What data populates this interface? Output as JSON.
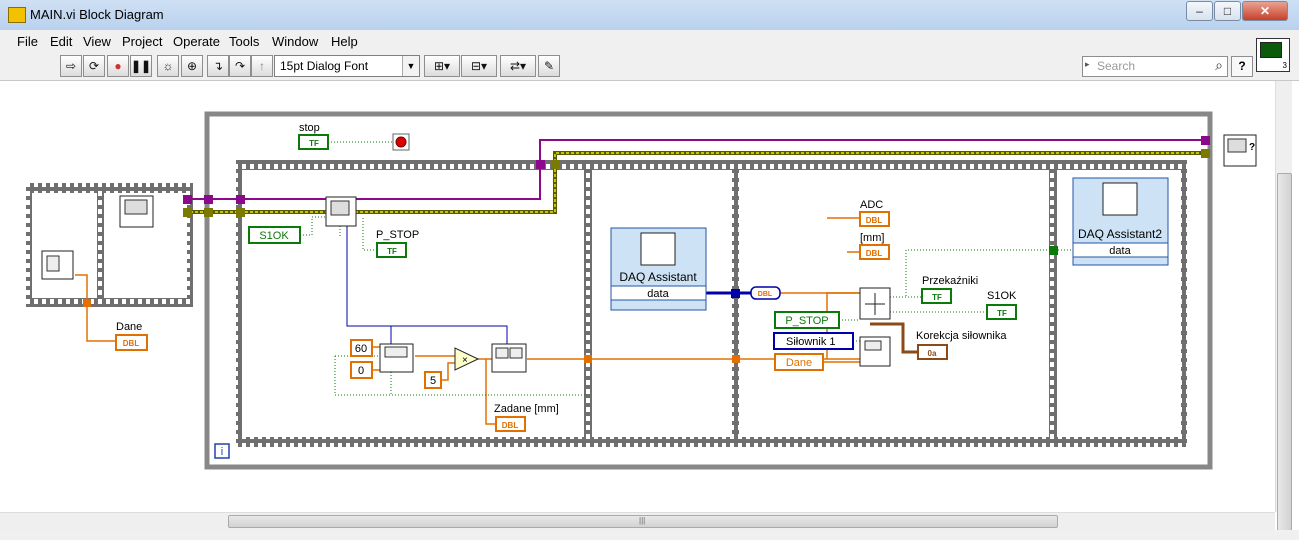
{
  "window": {
    "title": "MAIN.vi Block Diagram",
    "minimize": "–",
    "maximize": "□",
    "close": "✕"
  },
  "menu": [
    "File",
    "Edit",
    "View",
    "Project",
    "Operate",
    "Tools",
    "Window",
    "Help"
  ],
  "toolbar": {
    "font": "15pt Dialog Font",
    "search_placeholder": "Search",
    "help": "?",
    "icons": [
      "run-arrow-icon",
      "run-continuously-icon",
      "abort-icon",
      "pause-icon",
      "highlight-execution-icon",
      "retain-wire-values-icon",
      "step-into-icon",
      "step-over-icon",
      "step-out-icon",
      "align-objects-icon",
      "distribute-objects-icon",
      "reorder-icon",
      "clean-up-diagram-icon"
    ]
  },
  "vi_icon_label": "3",
  "diagram": {
    "stop_label": "stop",
    "stop_const": "TF",
    "dane_label": "Dane",
    "dbl": "DBL",
    "s1ok_local": "S1OK",
    "p_stop_label": "P_STOP",
    "tf": "TF",
    "num60": "60",
    "num0": "0",
    "num5": "5",
    "zadane_label": "Zadane [mm]",
    "daq1_name": "DAQ Assistant",
    "daq1_port": "data",
    "dyn_label": "DBL",
    "adc_label": "ADC",
    "mm_label": "[mm]",
    "przek_label": "Przekaźniki",
    "s1ok_label": "S1OK",
    "p_stop_local": "P_STOP",
    "silownik": "Siłownik 1",
    "dane_local": "Dane",
    "korekcja_label": "Korekcja siłownika",
    "korekcja_indicator": "0a",
    "daq2_name": "DAQ Assistant2",
    "daq2_port": "data",
    "loop_info": "i"
  }
}
